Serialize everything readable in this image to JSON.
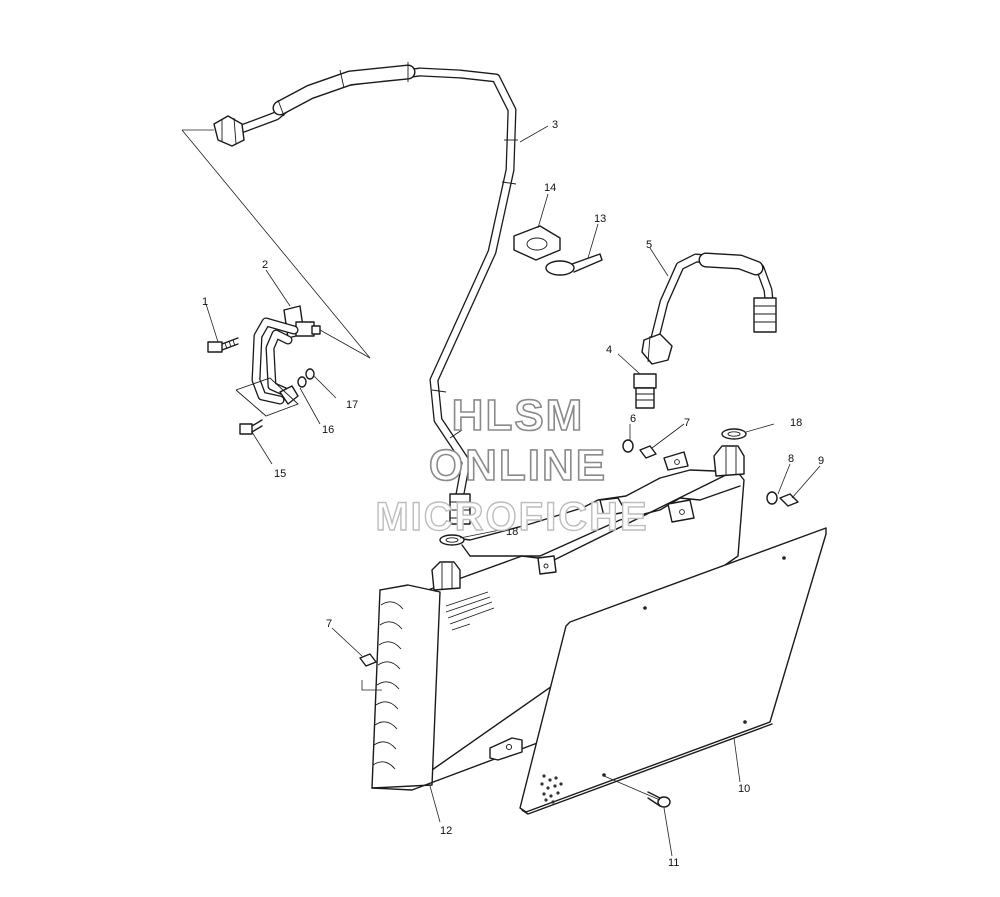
{
  "watermark": {
    "line1": "HLSM",
    "line2": "ONLINE",
    "line3": "MICROFICHE"
  },
  "callouts": [
    {
      "id": "c1",
      "label": "1"
    },
    {
      "id": "c2",
      "label": "2"
    },
    {
      "id": "c3",
      "label": "3"
    },
    {
      "id": "c4",
      "label": "4"
    },
    {
      "id": "c5",
      "label": "5"
    },
    {
      "id": "c6",
      "label": "6"
    },
    {
      "id": "c7a",
      "label": "7"
    },
    {
      "id": "c7b",
      "label": "7"
    },
    {
      "id": "c8",
      "label": "8"
    },
    {
      "id": "c9",
      "label": "9"
    },
    {
      "id": "c10",
      "label": "10"
    },
    {
      "id": "c11",
      "label": "11"
    },
    {
      "id": "c12",
      "label": "12"
    },
    {
      "id": "c13",
      "label": "13"
    },
    {
      "id": "c14",
      "label": "14"
    },
    {
      "id": "c15",
      "label": "15"
    },
    {
      "id": "c16",
      "label": "16"
    },
    {
      "id": "c17",
      "label": "17"
    },
    {
      "id": "c18a",
      "label": "18"
    },
    {
      "id": "c18b",
      "label": "18"
    }
  ]
}
